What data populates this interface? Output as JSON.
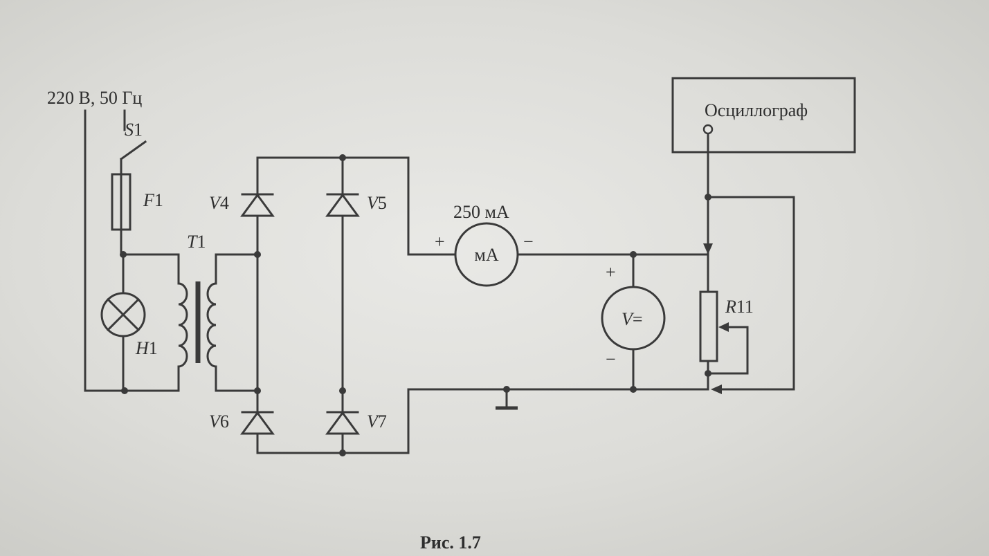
{
  "source_label": "220 В, 50 Гц",
  "switch": {
    "prefix": "S",
    "suffix": "1"
  },
  "fuse": {
    "prefix": "F",
    "suffix": "1"
  },
  "lamp": {
    "prefix": "H",
    "suffix": "1"
  },
  "transformer": {
    "prefix": "T",
    "suffix": "1"
  },
  "diodes": [
    {
      "prefix": "V",
      "suffix": "4"
    },
    {
      "prefix": "V",
      "suffix": "5"
    },
    {
      "prefix": "V",
      "suffix": "6"
    },
    {
      "prefix": "V",
      "suffix": "7"
    }
  ],
  "ammeter": {
    "range_label": "250 мА",
    "symbol": "мА",
    "plus": "+",
    "minus": "−"
  },
  "voltmeter": {
    "symbol_prefix": "V",
    "symbol_suffix": "=",
    "plus": "+",
    "minus": "−"
  },
  "resistor": {
    "prefix": "R",
    "suffix": "11"
  },
  "oscilloscope": {
    "label": "Осциллограф"
  },
  "caption": "Рис. 1.7"
}
